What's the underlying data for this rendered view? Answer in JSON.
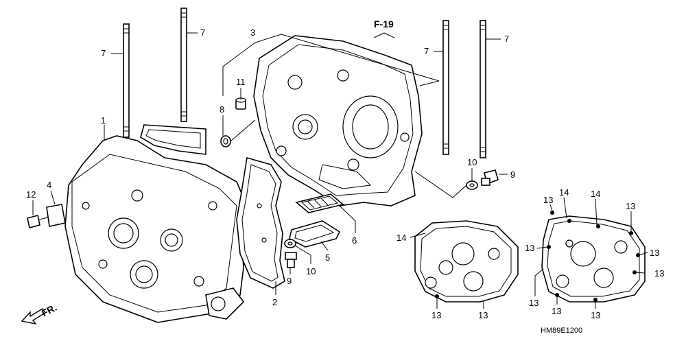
{
  "callouts": {
    "c1": "1",
    "c2": "2",
    "c3": "3",
    "c4": "4",
    "c5": "5",
    "c6": "6",
    "c7a": "7",
    "c7b": "7",
    "c7c": "7",
    "c7d": "7",
    "c8": "8",
    "c9a": "9",
    "c9b": "9",
    "c10a": "10",
    "c10b": "10",
    "c11": "11",
    "c12": "12",
    "c13_1": "13",
    "c13_2": "13",
    "c13_3": "13",
    "c13_4": "13",
    "c13_5": "13",
    "c13_6": "13",
    "c13_7": "13",
    "c13_8": "13",
    "c13_9": "13",
    "c13_10": "13",
    "c14a": "14",
    "c14b": "14",
    "c14c": "14"
  },
  "reference": "F-19",
  "direction_label": "FR.",
  "diagram_code": "HM89E1200"
}
